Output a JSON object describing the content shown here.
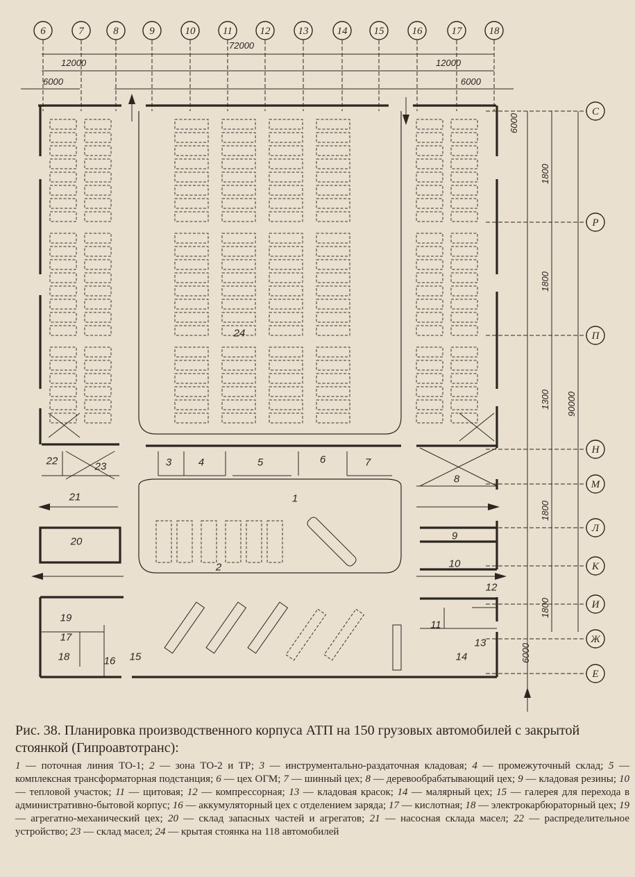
{
  "top_axes": [
    "6",
    "7",
    "8",
    "9",
    "10",
    "11",
    "12",
    "13",
    "14",
    "15",
    "16",
    "17",
    "18"
  ],
  "right_axes": [
    "С",
    "Р",
    "П",
    "Н",
    "М",
    "Л",
    "К",
    "И",
    "Ж",
    "Е"
  ],
  "dimensions": {
    "overall_width": "72000",
    "left_span": "12000",
    "right_span": "12000",
    "left_module": "6000",
    "right_module": "6000",
    "overall_height": "90000",
    "right_seg_top": "6000",
    "right_seg_1": "1800",
    "right_seg_2": "1800",
    "right_seg_3": "1300",
    "right_seg_4": "1800",
    "right_seg_5": "1800",
    "right_seg_bottom": "6000"
  },
  "room_labels": [
    "1",
    "2",
    "3",
    "4",
    "5",
    "6",
    "7",
    "8",
    "9",
    "10",
    "11",
    "12",
    "13",
    "14",
    "15",
    "16",
    "17",
    "18",
    "19",
    "20",
    "21",
    "22",
    "23",
    "24"
  ],
  "caption": {
    "title": "Рис. 38. Планировка производственного корпуса АТП на 150 грузовых автомобилей с закрытой стоянкой (Гипроавтотранс):",
    "legend": [
      {
        "num": "1",
        "text": "поточная линия ТО-1;"
      },
      {
        "num": "2",
        "text": "зона ТО-2 и ТР;"
      },
      {
        "num": "3",
        "text": "инструментально-раздаточная кладовая;"
      },
      {
        "num": "4",
        "text": "промежуточный склад;"
      },
      {
        "num": "5",
        "text": "комплексная трансформаторная подстанция;"
      },
      {
        "num": "6",
        "text": "цех ОГМ;"
      },
      {
        "num": "7",
        "text": "шинный цех;"
      },
      {
        "num": "8",
        "text": "деревообрабатывающий цех;"
      },
      {
        "num": "9",
        "text": "кладовая резины;"
      },
      {
        "num": "10",
        "text": "тепловой участок;"
      },
      {
        "num": "11",
        "text": "щитовая;"
      },
      {
        "num": "12",
        "text": "компрессорная;"
      },
      {
        "num": "13",
        "text": "кладовая красок;"
      },
      {
        "num": "14",
        "text": "малярный цех;"
      },
      {
        "num": "15",
        "text": "галерея для перехода в административно-бытовой корпус;"
      },
      {
        "num": "16",
        "text": "аккумуляторный цех с отделением заряда;"
      },
      {
        "num": "17",
        "text": "кислотная;"
      },
      {
        "num": "18",
        "text": "электрокарбюраторный цех;"
      },
      {
        "num": "19",
        "text": "агрегатно-механический цех;"
      },
      {
        "num": "20",
        "text": "склад запасных частей и агрегатов;"
      },
      {
        "num": "21",
        "text": "насосная склада масел;"
      },
      {
        "num": "22",
        "text": "распределительное устройство;"
      },
      {
        "num": "23",
        "text": "склад масел;"
      },
      {
        "num": "24",
        "text": "крытая стоянка на 118 автомобилей"
      }
    ]
  }
}
